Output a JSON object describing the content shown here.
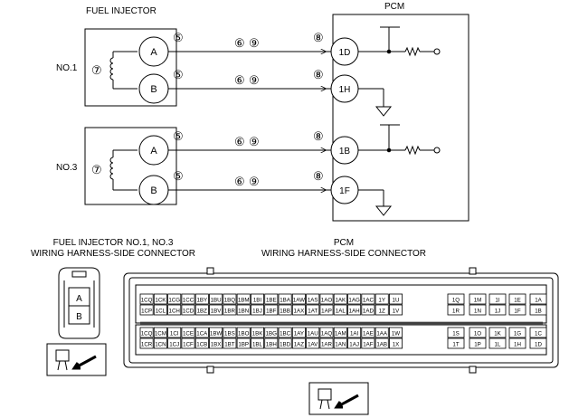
{
  "labels": {
    "fuel_injector": "FUEL INJECTOR",
    "pcm": "PCM",
    "no1": "NO.1",
    "no3": "NO.3",
    "conn_left_line1": "FUEL INJECTOR NO.1, NO.3",
    "conn_left_line2": "WIRING HARNESS-SIDE CONNECTOR",
    "conn_right_line1": "PCM",
    "conn_right_line2": "WIRING HARNESS-SIDE CONNECTOR"
  },
  "markers": {
    "m5": "⑤",
    "m6": "⑥",
    "m7": "⑦",
    "m8": "⑧",
    "m9": "⑨"
  },
  "circuits": [
    {
      "injector": "NO.1",
      "pin_a": "A",
      "pin_b": "B",
      "pcm_a": "1D",
      "pcm_b": "1H"
    },
    {
      "injector": "NO.3",
      "pin_a": "A",
      "pin_b": "B",
      "pcm_a": "1B",
      "pcm_b": "1F"
    }
  ],
  "injector_connector": {
    "pins": [
      "A",
      "B"
    ]
  },
  "pcm_connector": {
    "top": [
      [
        "1CQ",
        "1CK",
        "1CG",
        "1CC",
        "1BY",
        "1BU",
        "1BQ",
        "1BM",
        "1BI",
        "1BE",
        "1BA",
        "1AW",
        "1AS",
        "1AO",
        "1AK",
        "1AG",
        "1AC",
        "1Y",
        "1U",
        "1Q",
        "1M",
        "1I",
        "1E",
        "1A"
      ],
      [
        "1CP",
        "1CL",
        "1CH",
        "1CD",
        "1BZ",
        "1BV",
        "1BR",
        "1BN",
        "1BJ",
        "1BF",
        "1BB",
        "1AX",
        "1AT",
        "1AP",
        "1AL",
        "1AH",
        "1AD",
        "1Z",
        "1V",
        "1R",
        "1N",
        "1J",
        "1F",
        "1B"
      ]
    ],
    "bottom": [
      [
        "1CQ",
        "1CM",
        "1CI",
        "1CE",
        "1CA",
        "1BW",
        "1BS",
        "1BO",
        "1BK",
        "1BG",
        "1BC",
        "1AY",
        "1AU",
        "1AQ",
        "1AM",
        "1AI",
        "1AE",
        "1AA",
        "1W",
        "1S",
        "1O",
        "1K",
        "1G",
        "1C"
      ],
      [
        "1CR",
        "1CN",
        "1CJ",
        "1CF",
        "1CB",
        "1BX",
        "1BT",
        "1BP",
        "1BL",
        "1BH",
        "1BD",
        "1AZ",
        "1AV",
        "1AR",
        "1AN",
        "1AJ",
        "1AF",
        "1AB",
        "1X",
        "1T",
        "1P",
        "1L",
        "1H",
        "1D"
      ]
    ]
  }
}
